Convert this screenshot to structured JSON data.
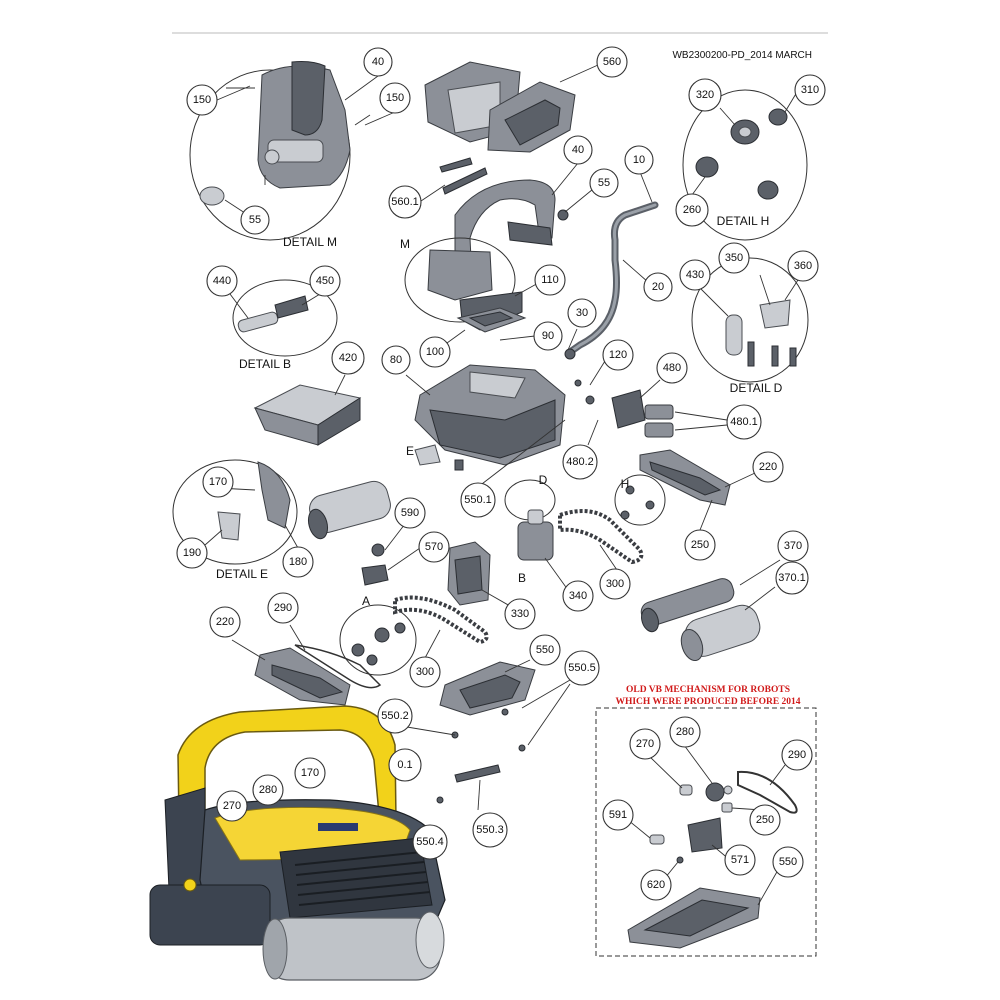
{
  "header": {
    "doc_code": "WB2300200-PD_2014 MARCH"
  },
  "details": {
    "m": "DETAIL M",
    "b": "DETAIL B",
    "e": "DETAIL E",
    "h": "DETAIL H",
    "d": "DETAIL D"
  },
  "markers": {
    "m": "M",
    "e": "E",
    "d": "D",
    "h": "H",
    "a": "A",
    "b": "B"
  },
  "old_mechanism": {
    "title_line1": "OLD   VB   MECHANISM FOR ROBOTS",
    "title_line2": "WHICH WERE PRODUCED BEFORE 2014"
  },
  "callouts": {
    "c150a": "150",
    "c40a": "40",
    "c150b": "150",
    "c55a": "55",
    "c560": "560",
    "c5601": "560.1",
    "c40b": "40",
    "c55b": "55",
    "c10": "10",
    "c20": "20",
    "c320": "320",
    "c310": "310",
    "c260": "260",
    "c440": "440",
    "c450": "450",
    "c110": "110",
    "c30": "30",
    "c90": "90",
    "c100": "100",
    "c430": "430",
    "c350": "350",
    "c360": "360",
    "c420": "420",
    "c80": "80",
    "c120": "120",
    "c480": "480",
    "c4801": "480.1",
    "c4802": "480.2",
    "c5501": "550.1",
    "c220a": "220",
    "c250a": "250",
    "c170a": "170",
    "c190": "190",
    "c180": "180",
    "c590": "590",
    "c570": "570",
    "c340": "340",
    "c300a": "300",
    "c330": "330",
    "c370": "370",
    "c3701": "370.1",
    "c220b": "220",
    "c290a": "290",
    "c300b": "300",
    "c550a": "550",
    "c5505": "550.5",
    "c5502": "550.2",
    "c5503": "550.3",
    "c5504": "550.4",
    "c01": "0.1",
    "c170b": "170",
    "c280a": "280",
    "c270a": "270",
    "c270b": "270",
    "c280b": "280",
    "c290b": "290",
    "c591": "591",
    "c250b": "250",
    "c571": "571",
    "c620": "620",
    "c550b": "550"
  }
}
